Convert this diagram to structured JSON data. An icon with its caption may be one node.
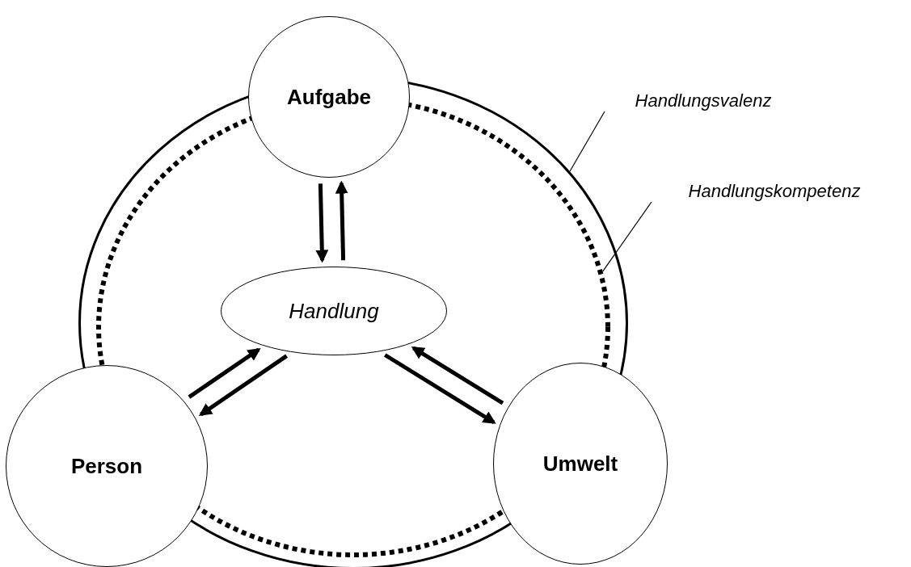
{
  "diagram": {
    "nodes": [
      {
        "text": [],
        "shape": "circle"
      },
      {
        "text": [],
        "shape": "circle",
        "in": 0
      },
      {
        "text": [
          "Aufgabe"
        ]
      },
      {
        "text": [
          "Handlungsvalenz"
        ]
      },
      {
        "text": [
          "Handlungskompetenz"
        ]
      },
      {
        "text": [
          "Handlung"
        ],
        "in": 1
      },
      {
        "text": [
          "Person"
        ]
      },
      {
        "text": [
          "Umwelt"
        ]
      }
    ],
    "edges": [
      {
        "from": 2,
        "to": 5,
        "arrow": "to"
      },
      {
        "from": 5,
        "to": 2,
        "arrow": "to"
      },
      {
        "from": 6,
        "to": 5,
        "arrow": "to"
      },
      {
        "from": 5,
        "to": 6,
        "arrow": "to"
      },
      {
        "from": 5,
        "to": 7,
        "arrow": "to"
      },
      {
        "from": 7,
        "to": 5,
        "arrow": "to"
      },
      {
        "from": 3,
        "to": 0,
        "arrow": "none"
      },
      {
        "from": 4,
        "to": 1,
        "arrow": "none"
      }
    ]
  }
}
